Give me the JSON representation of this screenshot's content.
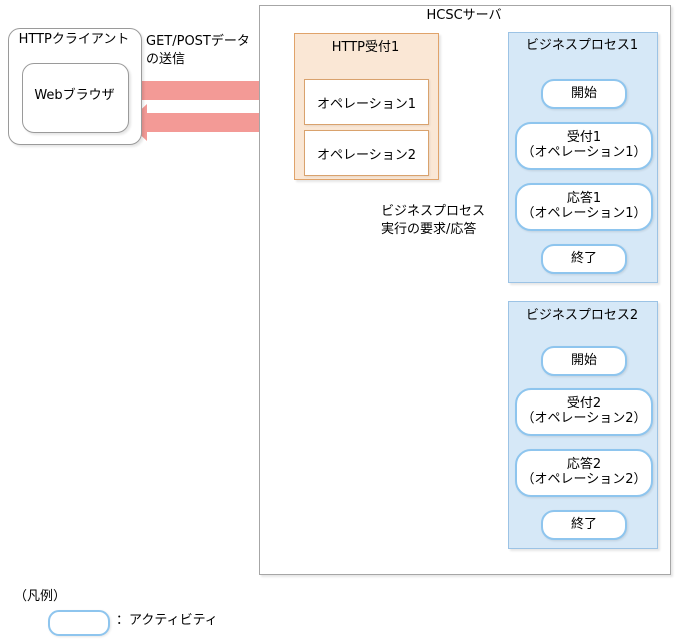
{
  "diagram": {
    "client": {
      "title": "HTTPクライアント",
      "browser": "Webブラウザ"
    },
    "arrow_label": "GET/POSTデータ\nの送信",
    "server": {
      "title": "HCSCサーバ",
      "http_receiver": {
        "title": "HTTP受付1",
        "operations": [
          "オペレーション1",
          "オペレーション2"
        ]
      },
      "processes": [
        {
          "title": "ビジネスプロセス1",
          "activities": [
            {
              "line1": "開始",
              "line2": ""
            },
            {
              "line1": "受付1",
              "line2": "（オペレーション1）"
            },
            {
              "line1": "応答1",
              "line2": "（オペレーション1）"
            },
            {
              "line1": "終了",
              "line2": ""
            }
          ]
        },
        {
          "title": "ビジネスプロセス2",
          "activities": [
            {
              "line1": "開始",
              "line2": ""
            },
            {
              "line1": "受付2",
              "line2": "（オペレーション2）"
            },
            {
              "line1": "応答2",
              "line2": "（オペレーション2）"
            },
            {
              "line1": "終了",
              "line2": ""
            }
          ]
        }
      ]
    },
    "connector_label": "ビジネスプロセス\n実行の要求/応答",
    "legend": {
      "title": "（凡例）",
      "item_label": "：アクティビティ"
    },
    "colors": {
      "pink_arrow": "#f39a96",
      "orange_fill": "#fae7d5",
      "orange_border": "#e0a36a",
      "blue_fill": "#d6e8f7",
      "blue_border": "#9cc3e5",
      "activity_border": "#8ec5ee",
      "connector_line": "#595959",
      "box_border": "#9a9a9a"
    }
  }
}
